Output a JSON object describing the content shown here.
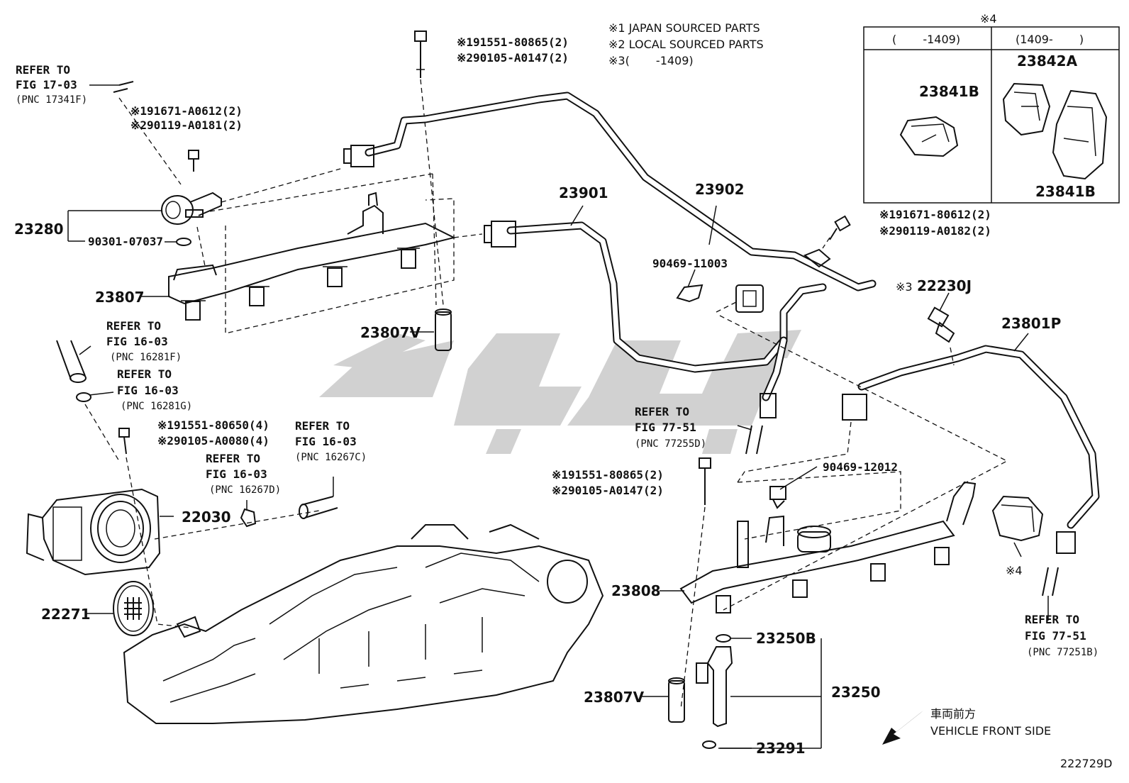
{
  "notes": {
    "n1": "※1 JAPAN SOURCED PARTS",
    "n2": "※2 LOCAL SOURCED PARTS",
    "n3": "※3(　　 -1409)"
  },
  "inset": {
    "marker": "※4",
    "col_left": "(　　 -1409)",
    "col_right": "(1409-　　 )",
    "left_part": "23841B",
    "right_part_top": "23842A",
    "right_part_bottom": "23841B"
  },
  "callouts": {
    "bolt_top": {
      "l1": "※191551-80865(2)",
      "l2": "※290105-A0147(2)"
    },
    "bolt_tps": {
      "l1": "※191671-A0612(2)",
      "l2": "※290119-A0181(2)"
    },
    "bolt_right": {
      "l1": "※191671-80612(2)",
      "l2": "※290119-A0182(2)"
    },
    "bolt_throttle": {
      "l1": "※191551-80650(4)",
      "l2": "※290105-A0080(4)"
    },
    "bolt_rail2": {
      "l1": "※191551-80865(2)",
      "l2": "※290105-A0147(2)"
    }
  },
  "refs": {
    "r1": {
      "l1": "REFER TO",
      "l2": "FIG 17-03",
      "l3": "(PNC 17341F)"
    },
    "r2": {
      "l1": "REFER TO",
      "l2": "FIG 16-03",
      "l3": "(PNC 16281F)"
    },
    "r3": {
      "l1": "REFER TO",
      "l2": "FIG 16-03",
      "l3": "(PNC 16281G)"
    },
    "r4": {
      "l1": "REFER TO",
      "l2": "FIG 16-03",
      "l3": "(PNC 16267C)"
    },
    "r5": {
      "l1": "REFER TO",
      "l2": "FIG 16-03",
      "l3": "(PNC 16267D)"
    },
    "r6": {
      "l1": "REFER TO",
      "l2": "FIG 77-51",
      "l3": "(PNC 77255D)"
    },
    "r7": {
      "l1": "REFER TO",
      "l2": "FIG 77-51",
      "l3": "(PNC 77251B)"
    }
  },
  "parts": {
    "p23280": "23280",
    "p90301": "90301-07037",
    "p23807": "23807",
    "p23807V_a": "23807V",
    "p23807V_b": "23807V",
    "p23901": "23901",
    "p23902": "23902",
    "p90469_11003": "90469-11003",
    "p22230J_mark": "※3",
    "p22230J": "22230J",
    "p23801P": "23801P",
    "p90469_12012": "90469-12012",
    "p22030": "22030",
    "p22271": "22271",
    "p23808": "23808",
    "p23250B": "23250B",
    "p23250": "23250",
    "p23291": "23291",
    "p4mark": "※4"
  },
  "direction": {
    "jp": "車両前方",
    "en": "VEHICLE FRONT SIDE"
  },
  "diagram_id": "222729D"
}
